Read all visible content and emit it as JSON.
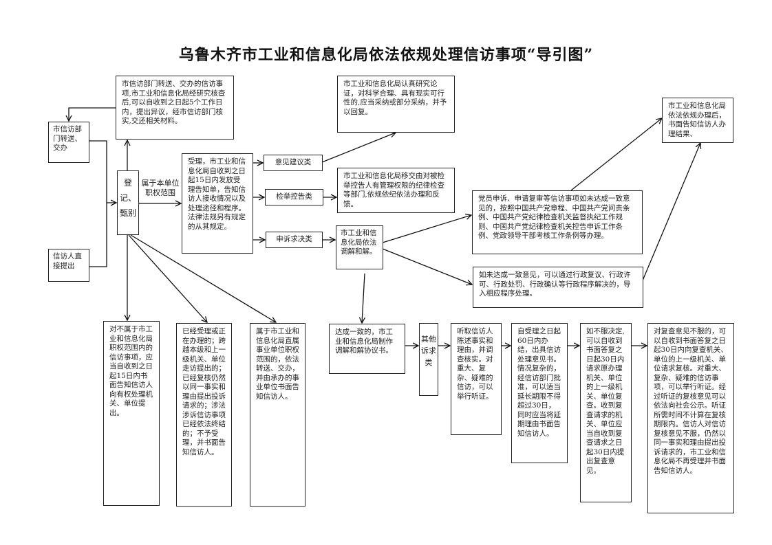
{
  "title": "乌鲁木齐市工业和信息化局依法依规处理信访事项“导引图”",
  "sources": {
    "transfer": "市信访部门转送、交办",
    "direct": "信访人直接提出"
  },
  "objection": "市信访部门转送、交办的信访事项,市工业和信息化局经研究核查后,可以自收到之日起5个工作日内，提出异议，经市信访部门核实,交还相关材料。",
  "register": "登记、甄别",
  "scope_label": "属于本单位职权范围",
  "accept": "受理，市工业和信息化局自收到之日起15日内发放受理告知单，告知信访人接收情况以及处理途径和程序。法律法规另有规定的从其规定。",
  "categories": {
    "suggestion": "意见建议类",
    "report": "检举控告类",
    "appeal": "申诉求决类"
  },
  "suggestion_result": "市工业和信息化局认真研究论证，对科学合理、具有现实可行性的,应当采纳或部分采纳，并予以回复。",
  "report_result": "市工业和信息化局移交由对被检举控告人有管理权限的纪律检查等部门,依规依纪依法办理和反馈。",
  "mediation": "市工业和信息化局依法调解和解。",
  "party_member": "党员申诉、申请复审等信访事项如未达成一致意见的，按照中国共产党章程、中国共产党问责条例、中国共产党纪律检查机关监督执纪工作规则、中国共产党纪律检查机关控告申诉工作条例、党政领导干部考核工作条例等办理。",
  "administrative": "如未达成一致意见，可以通过行政复议、行政许可、行政处罚、行政确认等行政程序解决的，导入相应程序处理。",
  "final_notice": "市工业和信息化局依法依规办理后，书面告知信访人办理结果、",
  "bottom": {
    "not_in_scope": "对不属于市工业和信息化局职权范围内的信访事项，应当自收到之日起15日内书面告知信访人向有权处理机关、单位提出。",
    "not_accepted": "已经受理或正在办理的；跨越本级和上一级机关、单位走访提出的；已经复核仍然以同一事实和理由提出投诉请求的；涉法涉诉信访事项已经依法终结的；不予受理，并书面告知信访人。",
    "affiliated": "属于市工业和信息化局直属事业单位职权范围的，依法转送、交办，并由承办的事业单位书面告知信访人。",
    "agreement": "达成一致的，市工业和信息化局制作调解和解协议书。",
    "other": "其他诉求类",
    "hearing": "听取信访人陈述事实和理由，并调查核实。对重大、复杂、疑难的信访，可以举行听证。",
    "sixty_days": "自受理之日起60日内办结，出具信访处理意见书。情况复杂的，经信访部门批准，可以适当延长期限不得超过30日，同时应当将延期理由书面告知信访人。",
    "review": "如不服决定,可以自收到书面答复之日起30日内请求原办理机关、单位的上一级机关、单位复查。收到复查请求的机关、单位应当自收到复查请求之日起30日内提出复查意见。",
    "recheck": "对复查意见不服的，可以自收到书面答复之日起30日内向复查机关、单位的上一级机关、单位请求复核。对重大、复杂、疑难的信访事项，可以举行听证。经过听证的复核意见可以依法向社会公示。听证所需时间不计算在复核期限内。信访人对信访复核意见不服，仍然以同一事实和理由提出投诉请求的，市工业和信息化局不再受理并书面告知信访人。"
  }
}
